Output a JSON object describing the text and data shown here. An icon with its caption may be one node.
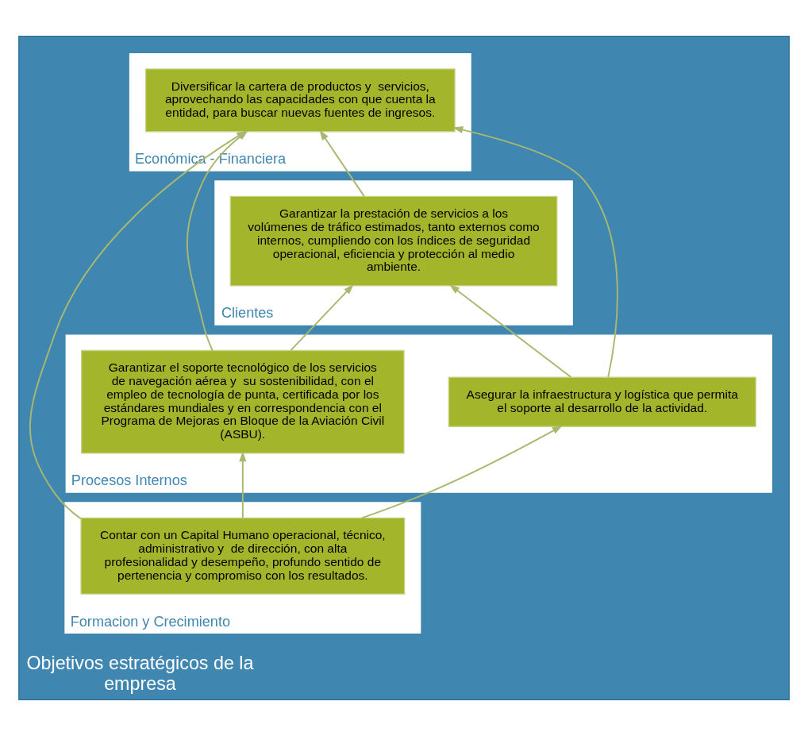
{
  "diagram": {
    "nodes": [
      {
        "text": [
          "Objetivos estratégicos de la empresa"
        ]
      },
      {
        "text": [
          "Económica - Financiera"
        ],
        "in": 0
      },
      {
        "text": [
          "Diversificar la cartera de productos y  servicios, aprovechando las capacidades con que cuenta la entidad, para buscar nuevas fuentes de ingresos."
        ],
        "in": 1
      },
      {
        "text": [
          "Clientes"
        ],
        "in": 0
      },
      {
        "text": [
          "Garantizar la prestación de servicios a los volúmenes de tráfico estimados, tanto externos como internos, cumpliendo con los índices de seguridad operacional, eficiencia y protección al medio ambiente."
        ],
        "in": 3
      },
      {
        "text": [
          "Procesos Internos"
        ],
        "in": 0
      },
      {
        "text": [
          "Garantizar el soporte tecnológico de los servicios de navegación aérea y  su sostenibilidad, con el empleo de tecnología de punta, certificada por los estándares mundiales y en correspondencia con el Programa de Mejoras en Bloque de la Aviación Civil (ASBU)."
        ],
        "in": 5
      },
      {
        "text": [
          "Asegurar la infraestructura y logística que permita el soporte al desarrollo de la actividad."
        ],
        "in": 5
      },
      {
        "text": [
          "Formacion y Crecimiento"
        ],
        "in": 0
      },
      {
        "text": [
          "Contar con un Capital Humano operacional, técnico, administrativo y  de dirección, con alta profesionalidad y desempeño, profundo sentido de pertenencia y compromiso con los resultados."
        ],
        "in": 8
      }
    ],
    "edges": [
      {
        "from": 6,
        "to": 2,
        "arrow": "to"
      },
      {
        "from": 6,
        "to": 4,
        "arrow": "to"
      },
      {
        "from": 4,
        "to": 2,
        "arrow": "to"
      },
      {
        "from": 7,
        "to": 2,
        "arrow": "to"
      },
      {
        "from": 7,
        "to": 4,
        "arrow": "to"
      },
      {
        "from": 9,
        "to": 6,
        "arrow": "to"
      },
      {
        "from": 9,
        "to": 7,
        "arrow": "to"
      },
      {
        "from": 9,
        "to": 2,
        "arrow": "to"
      }
    ]
  }
}
